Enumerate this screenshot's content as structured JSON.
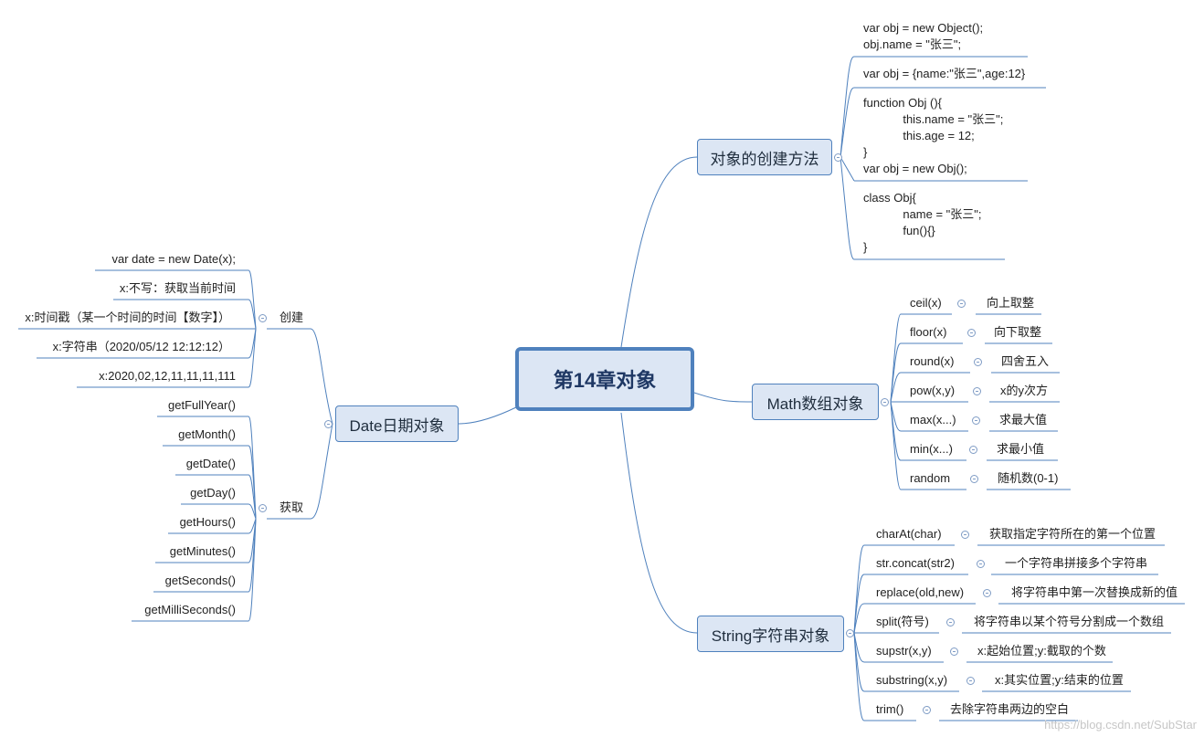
{
  "root": "第14章对象",
  "branches": {
    "create": {
      "title": "对象的创建方法",
      "items": [
        {
          "lines": [
            "var obj = new Object();",
            "obj.name = \"张三\";"
          ]
        },
        {
          "lines": [
            "var obj = {name:\"张三\",age:12}"
          ]
        },
        {
          "lines": [
            "function Obj (){",
            "            this.name = \"张三\";",
            "            this.age = 12;",
            "}",
            "var obj = new Obj();"
          ]
        },
        {
          "lines": [
            "class Obj{",
            "            name = \"张三\";",
            "            fun(){}",
            "}"
          ]
        }
      ]
    },
    "math": {
      "title": "Math数组对象",
      "items": [
        {
          "name": "ceil(x)",
          "desc": "向上取整"
        },
        {
          "name": "floor(x)",
          "desc": "向下取整"
        },
        {
          "name": "round(x)",
          "desc": "四舍五入"
        },
        {
          "name": "pow(x,y)",
          "desc": "x的y次方"
        },
        {
          "name": "max(x...)",
          "desc": "求最大值"
        },
        {
          "name": "min(x...)",
          "desc": "求最小值"
        },
        {
          "name": "random",
          "desc": "随机数(0-1)"
        }
      ]
    },
    "string": {
      "title": "String字符串对象",
      "items": [
        {
          "name": "charAt(char)",
          "desc": "获取指定字符所在的第一个位置"
        },
        {
          "name": "str.concat(str2)",
          "desc": "一个字符串拼接多个字符串"
        },
        {
          "name": "replace(old,new)",
          "desc": "将字符串中第一次替换成新的值"
        },
        {
          "name": "split(符号)",
          "desc": "将字符串以某个符号分割成一个数组"
        },
        {
          "name": "supstr(x,y)",
          "desc": "x:起始位置;y:截取的个数"
        },
        {
          "name": "substring(x,y)",
          "desc": "x:其实位置;y:结束的位置"
        },
        {
          "name": "trim()",
          "desc": "去除字符串两边的空白"
        }
      ]
    },
    "date": {
      "title": "Date日期对象",
      "create_label": "创建",
      "create_items": [
        "var date = new Date(x);",
        "x:不写：获取当前时间",
        "x:时间戳（某一个时间的时间【数字】）",
        "x:字符串（2020/05/12 12:12:12）",
        "x:2020,02,12,11,11,11,111"
      ],
      "get_label": "获取",
      "get_items": [
        "getFullYear()",
        "getMonth()",
        "getDate()",
        "getDay()",
        "getHours()",
        "getMinutes()",
        "getSeconds()",
        "getMilliSeconds()"
      ]
    }
  },
  "colors": {
    "line": "#4f81bd",
    "topic_fill": "#dce6f4"
  },
  "watermark": "https://blog.csdn.net/SubStar"
}
